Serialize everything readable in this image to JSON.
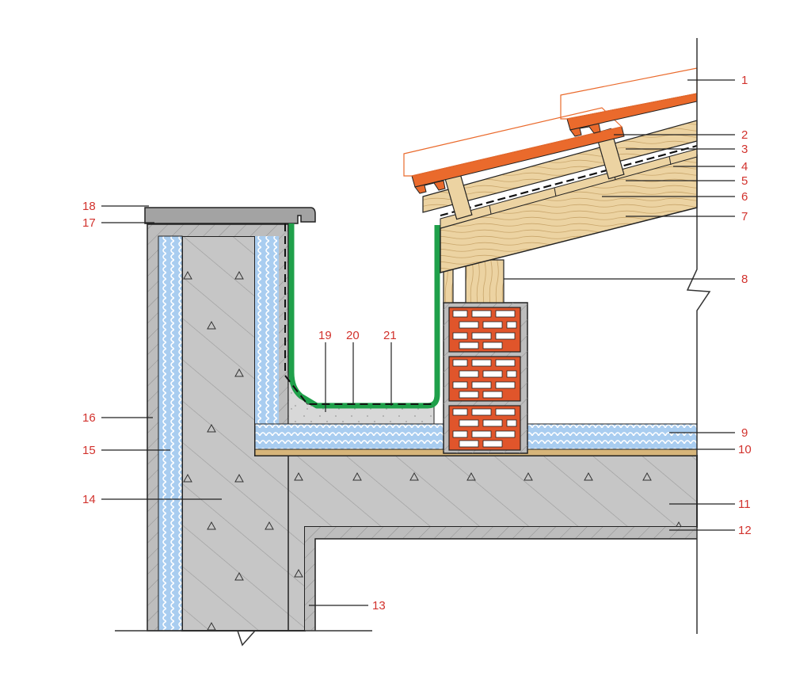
{
  "colors": {
    "label": "#d2322d",
    "concrete": "#c6c6c6",
    "concrete_fill": "#b9b9b9",
    "render": "#bdbdbd",
    "insulation": "#a9cdf0",
    "membrane": "#1fa04a",
    "brick": "#e0552b",
    "timber": "#ecd3a2",
    "tile": "#ea6a2c",
    "screed": "#d8d8d8",
    "coping": "#a3a3a3"
  },
  "callouts": [
    {
      "id": "1",
      "text": "1"
    },
    {
      "id": "2",
      "text": "2"
    },
    {
      "id": "3",
      "text": "3"
    },
    {
      "id": "4",
      "text": "4"
    },
    {
      "id": "5",
      "text": "5"
    },
    {
      "id": "6",
      "text": "6"
    },
    {
      "id": "7",
      "text": "7"
    },
    {
      "id": "8",
      "text": "8"
    },
    {
      "id": "9",
      "text": "9"
    },
    {
      "id": "10",
      "text": "10"
    },
    {
      "id": "11",
      "text": "11"
    },
    {
      "id": "12",
      "text": "12"
    },
    {
      "id": "13",
      "text": "13"
    },
    {
      "id": "14",
      "text": "14"
    },
    {
      "id": "15",
      "text": "15"
    },
    {
      "id": "16",
      "text": "16"
    },
    {
      "id": "17",
      "text": "17"
    },
    {
      "id": "18",
      "text": "18"
    },
    {
      "id": "19",
      "text": "19"
    },
    {
      "id": "20",
      "text": "20"
    },
    {
      "id": "21",
      "text": "21"
    }
  ]
}
